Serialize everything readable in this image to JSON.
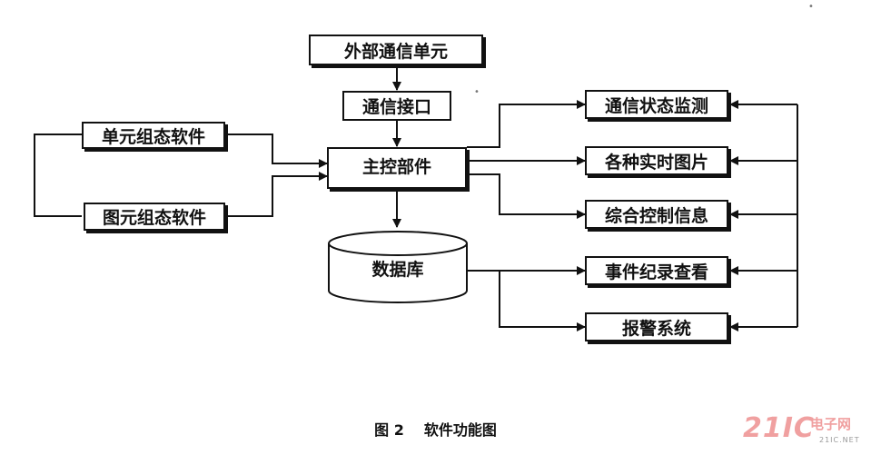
{
  "nodes": {
    "external_comm_unit": "外部通信单元",
    "comm_interface": "通信接口",
    "main_control": "主控部件",
    "database": "数据库",
    "unit_config_software": "单元组态软件",
    "graphic_config_software": "图元组态软件",
    "comm_status_monitor": "通信状态监测",
    "realtime_images": "各种实时图片",
    "integrated_control_info": "综合控制信息",
    "event_log_query": "事件纪录查看",
    "alarm_system": "报警系统"
  },
  "caption": {
    "number": "图 2",
    "title": "软件功能图"
  },
  "watermark": {
    "logo": "21IC",
    "text": "电子网",
    "url": "21IC.NET"
  }
}
